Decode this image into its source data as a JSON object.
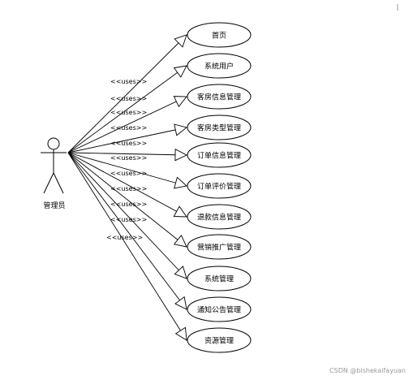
{
  "actor": {
    "label": "管理员"
  },
  "relation_label": "<<uses>>",
  "use_cases": [
    {
      "label": "首页"
    },
    {
      "label": "系统用户"
    },
    {
      "label": "客房信息管理"
    },
    {
      "label": "客房类型管理"
    },
    {
      "label": "订单信息管理"
    },
    {
      "label": "订单评价管理"
    },
    {
      "label": "退款信息管理"
    },
    {
      "label": "营销推广管理"
    },
    {
      "label": "系统管理"
    },
    {
      "label": "通知公告管理"
    },
    {
      "label": "资源管理"
    }
  ],
  "watermark": "CSDN @bishekaifayuan"
}
